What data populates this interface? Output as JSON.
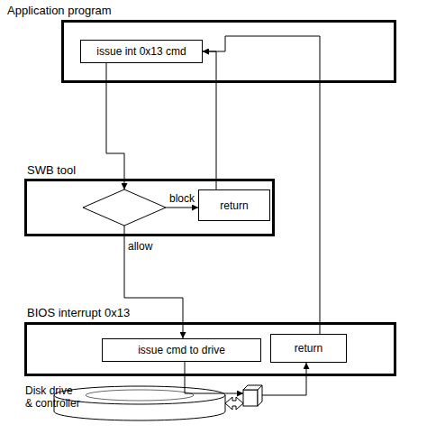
{
  "diagram": {
    "nodes": [
      {
        "text": [
          "Application program"
        ]
      },
      {
        "text": [
          "issue int 0x13 cmd"
        ],
        "in": 0
      },
      {
        "text": [
          "SWB tool"
        ]
      },
      {
        "text": [],
        "in": 2
      },
      {
        "text": [
          "return"
        ],
        "in": 2
      },
      {
        "text": [
          "BIOS interrupt 0x13"
        ]
      },
      {
        "text": [
          "issue cmd to drive"
        ],
        "in": 5
      },
      {
        "text": [
          "return"
        ],
        "in": 5
      }
    ],
    "edges": [
      {
        "from": 1,
        "to": 3,
        "arrow": "to"
      },
      {
        "from": 3,
        "to": 4,
        "label": "block",
        "arrow": "to"
      },
      {
        "from": 4,
        "to": 1,
        "arrow": "to"
      },
      {
        "from": 3,
        "to": 6,
        "label": "allow",
        "arrow": "to"
      },
      {
        "from": 7,
        "to": 1,
        "arrow": "to"
      }
    ],
    "labels": [
      "Disk drive & controller"
    ]
  }
}
